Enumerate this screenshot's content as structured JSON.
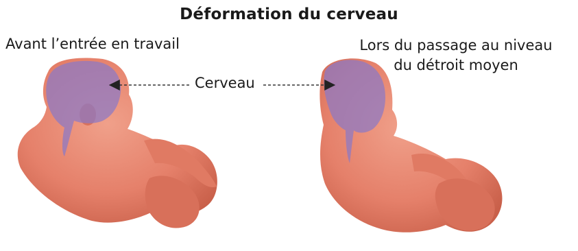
{
  "title": "Déformation du cerveau",
  "captions": {
    "before": "Avant l’entrée en travail",
    "during_line1": "Lors du passage au niveau",
    "during_line2": "du détroit moyen"
  },
  "brain_label": "Cerveau",
  "colors": {
    "skin": "#e8836b",
    "skin_shadow": "#c9604a",
    "brain_overlay": "#8a78c6",
    "arrow": "#333333"
  }
}
